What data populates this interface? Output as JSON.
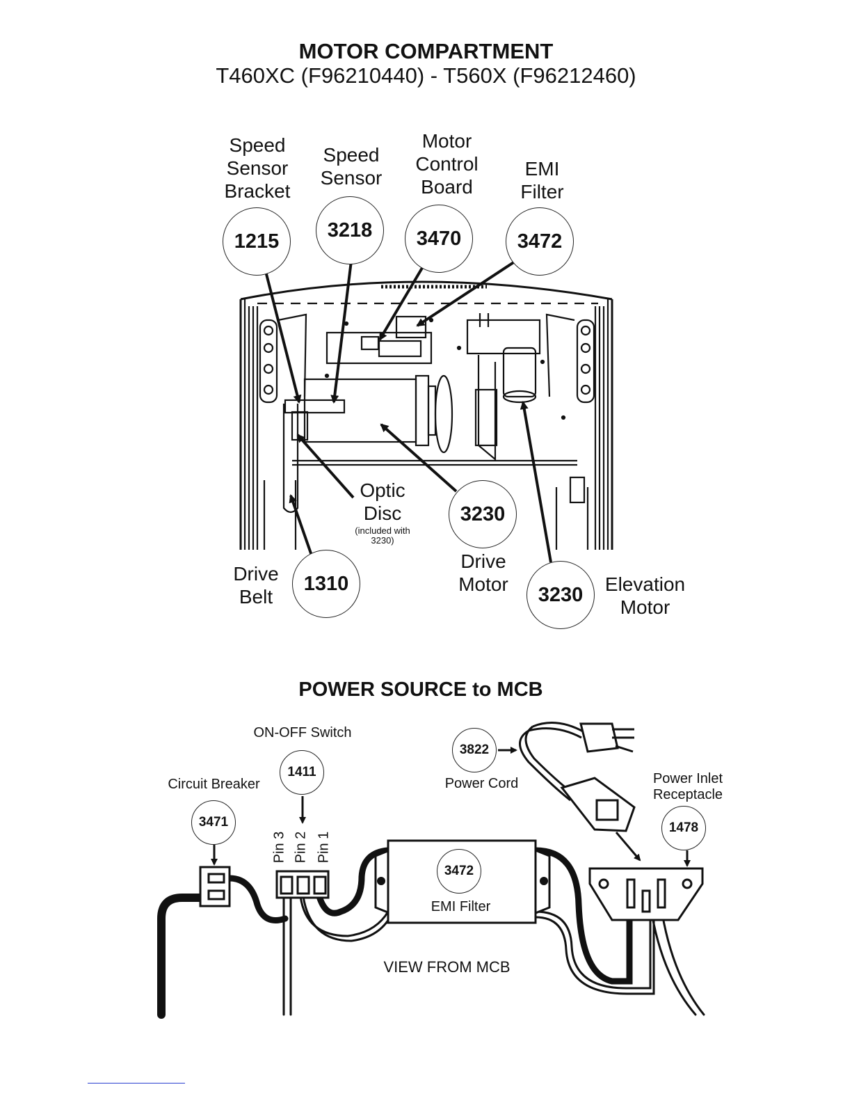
{
  "section1": {
    "title": "MOTOR COMPARTMENT",
    "subtitle": "T460XC (F96210440) - T560X (F96212460)",
    "labels": {
      "speed_sensor_bracket": [
        "Speed",
        "Sensor",
        "Bracket"
      ],
      "speed_sensor": [
        "Speed",
        "Sensor"
      ],
      "motor_control_board": [
        "Motor",
        "Control",
        "Board"
      ],
      "emi_filter": [
        "EMI",
        "Filter"
      ],
      "optic_disc": [
        "Optic",
        "Disc"
      ],
      "optic_disc_note": [
        "(included with",
        "3230)"
      ],
      "drive_motor": [
        "Drive",
        "Motor"
      ],
      "drive_belt": [
        "Drive",
        "Belt"
      ],
      "elevation_motor": [
        "Elevation",
        "Motor"
      ]
    },
    "callouts": {
      "c1215": "1215",
      "c3218": "3218",
      "c3470": "3470",
      "c3472": "3472",
      "c3230_drive": "3230",
      "c1310": "1310",
      "c3230_elev": "3230"
    }
  },
  "section2": {
    "title": "POWER SOURCE to MCB",
    "labels": {
      "on_off_switch": "ON-OFF Switch",
      "circuit_breaker": "Circuit Breaker",
      "power_cord": "Power Cord",
      "power_inlet": [
        "Power Inlet",
        "Receptacle"
      ],
      "pin3": "Pin 3",
      "pin2": "Pin 2",
      "pin1": "Pin 1",
      "emi_filter": "EMI Filter",
      "view_from": "VIEW FROM MCB"
    },
    "callouts": {
      "c1411": "1411",
      "c3471": "3471",
      "c3822": "3822",
      "c1478": "1478",
      "c3472": "3472"
    }
  },
  "colors": {
    "ink": "#111111",
    "footer_rule": "#2a3fd0"
  }
}
